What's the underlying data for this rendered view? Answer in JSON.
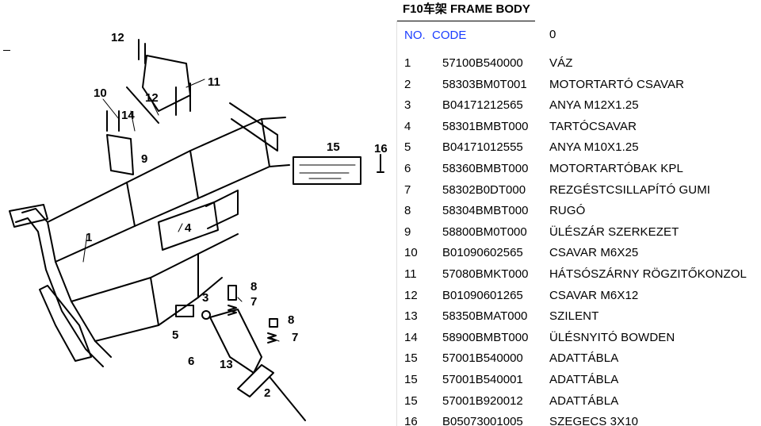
{
  "header": {
    "title": "F10车架 FRAME BODY",
    "col_no": "NO.",
    "col_code": "CODE",
    "col_desc": "0"
  },
  "parts": [
    {
      "no": "1",
      "code": "57100B540000",
      "desc": "VÁZ"
    },
    {
      "no": "2",
      "code": "58303BM0T001",
      "desc": "MOTORTARTÓ CSAVAR"
    },
    {
      "no": "3",
      "code": "B04171212565",
      "desc": "ANYA M12X1.25"
    },
    {
      "no": "4",
      "code": "58301BMBT000",
      "desc": "TARTÓCSAVAR"
    },
    {
      "no": "5",
      "code": "B04171012555",
      "desc": "ANYA M10X1.25"
    },
    {
      "no": "6",
      "code": "58360BMBT000",
      "desc": "MOTORTARTÓBAK KPL"
    },
    {
      "no": "7",
      "code": "58302B0DT000",
      "desc": "REZGÉSTCSILLAPÍTÓ GUMI"
    },
    {
      "no": "8",
      "code": "58304BMBT000",
      "desc": "RUGÓ"
    },
    {
      "no": "9",
      "code": "58800BM0T000",
      "desc": "ÜLÉSZÁR SZERKEZET"
    },
    {
      "no": "10",
      "code": "B01090602565",
      "desc": "CSAVAR M6X25"
    },
    {
      "no": "11",
      "code": "57080BMKT000",
      "desc": "HÁTSÓSZÁRNY RÖGZITŐKONZOL"
    },
    {
      "no": "12",
      "code": "B01090601265",
      "desc": "CSAVAR M6X12"
    },
    {
      "no": "13",
      "code": "58350BMAT000",
      "desc": "SZILENT"
    },
    {
      "no": "14",
      "code": "58900BMBT000",
      "desc": "ÜLÉSNYITÓ BOWDEN"
    },
    {
      "no": "15",
      "code": "57001B540000",
      "desc": "ADATTÁBLA"
    },
    {
      "no": "15",
      "code": "57001B540001",
      "desc": "ADATTÁBLA"
    },
    {
      "no": "15",
      "code": "57001B920012",
      "desc": "ADATTÁBLA"
    },
    {
      "no": "16",
      "code": "B05073001005",
      "desc": "SZEGECS 3X10"
    }
  ],
  "callouts": [
    "12",
    "11",
    "10",
    "12",
    "14",
    "9",
    "15",
    "16",
    "1",
    "4",
    "8",
    "3",
    "7",
    "5",
    "8",
    "7",
    "6",
    "13",
    "2"
  ]
}
